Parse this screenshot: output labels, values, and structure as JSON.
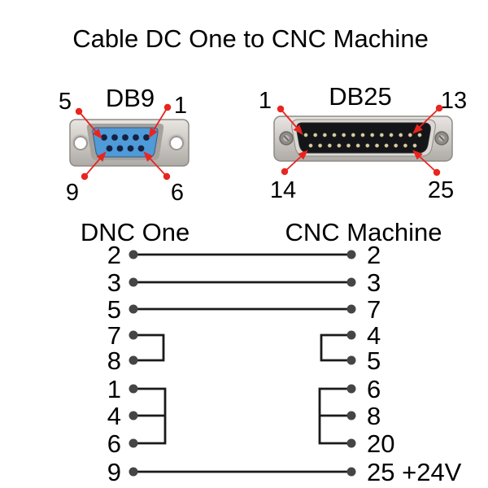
{
  "title": "Cable DC One to CNC Machine",
  "colors": {
    "callout_red": "#e8251f",
    "wire_black": "#1a1a1a",
    "dot_gray": "#454545",
    "db9_face_blue": "#4f9ad8",
    "db9_pin_hole": "#132240",
    "db25_face_black": "#141519",
    "db25_pin_gold": "#d9cba4",
    "metal_light": "#d9d6d2"
  },
  "db9": {
    "label": "DB9",
    "type": "female-9-pin",
    "pin_callouts": {
      "top_left": "5",
      "top_right": "1",
      "bottom_left": "9",
      "bottom_right": "6"
    }
  },
  "db25": {
    "label": "DB25",
    "type": "male-25-pin",
    "pin_callouts": {
      "top_left": "1",
      "top_right": "13",
      "bottom_left": "14",
      "bottom_right": "25"
    }
  },
  "wiring": {
    "left_header": "DNC One",
    "right_header": "CNC Machine",
    "rows": [
      {
        "left": "2",
        "right": "2"
      },
      {
        "left": "3",
        "right": "3"
      },
      {
        "left": "5",
        "right": "7"
      },
      {
        "left": "7",
        "right": "4"
      },
      {
        "left": "8",
        "right": "5"
      },
      {
        "left": "1",
        "right": "6"
      },
      {
        "left": "4",
        "right": "8"
      },
      {
        "left": "6",
        "right": "20"
      },
      {
        "left": "9",
        "right": "25 +24V"
      }
    ],
    "straight_connections": [
      {
        "from": "2",
        "to": "2"
      },
      {
        "from": "3",
        "to": "3"
      },
      {
        "from": "5",
        "to": "7"
      },
      {
        "from": "9",
        "to": "25 +24V"
      }
    ],
    "left_bridged_groups": [
      [
        "7",
        "8"
      ],
      [
        "1",
        "4",
        "6"
      ]
    ],
    "right_bridged_groups": [
      [
        "4",
        "5"
      ],
      [
        "6",
        "8",
        "20"
      ]
    ]
  }
}
